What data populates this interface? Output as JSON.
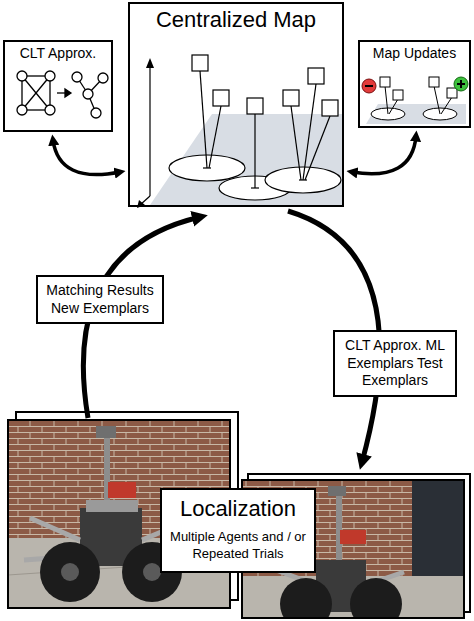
{
  "diagram": {
    "nodes": [
      {
        "text": [
          "Centralized Map"
        ]
      },
      {
        "text": [
          "CLT Approx."
        ]
      },
      {
        "text": [
          "Map Updates"
        ]
      },
      {
        "text": [
          "Localization",
          "Multiple Agents and / or Repeated Trials"
        ]
      }
    ],
    "edges": [
      {
        "from": 3,
        "to": 0,
        "arrow": "to",
        "label": "Matching Results New Exemplars"
      },
      {
        "from": 0,
        "to": 3,
        "arrow": "to",
        "label": "CLT Approx. ML Exemplars Test Exemplars"
      },
      {
        "from": 1,
        "to": 0,
        "arrow": "both"
      },
      {
        "from": 2,
        "to": 0,
        "arrow": "both"
      }
    ]
  }
}
